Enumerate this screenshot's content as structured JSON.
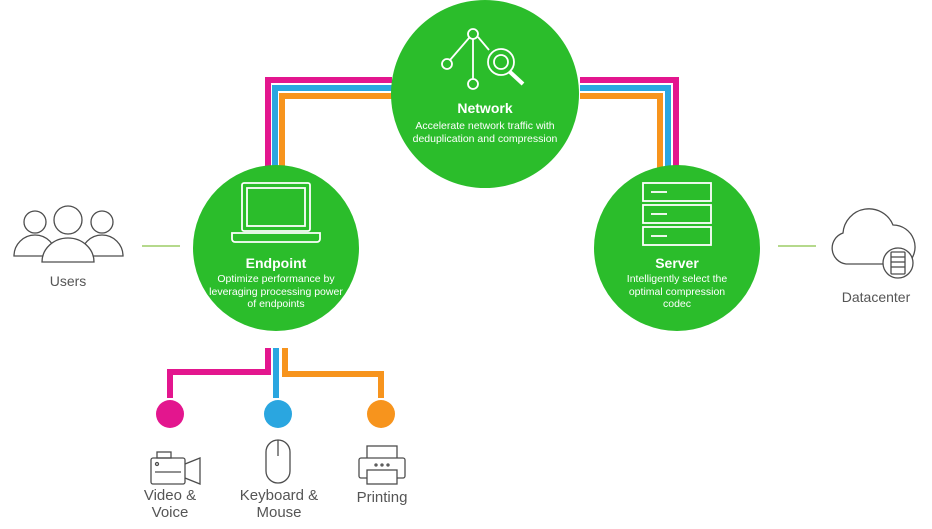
{
  "colors": {
    "green": "#2bbd2b",
    "magenta": "#e3168e",
    "blue": "#2aa6e0",
    "orange": "#f7941d",
    "line": "#b5d98c",
    "icon_gray": "#4d4d4d"
  },
  "nodes": {
    "network": {
      "title": "Network",
      "desc": "Accelerate network traffic with deduplication and compression",
      "icon": "network-search-icon"
    },
    "endpoint": {
      "title": "Endpoint",
      "desc": "Optimize performance by leveraging processing power of endpoints",
      "icon": "laptop-icon"
    },
    "server": {
      "title": "Server",
      "desc": "Intelligently select the optimal compression codec",
      "icon": "server-icon"
    }
  },
  "users": {
    "label": "Users",
    "icon": "users-icon"
  },
  "datacenter": {
    "label": "Datacenter",
    "icon": "cloud-server-icon"
  },
  "peripherals": [
    {
      "label": "Video & Voice",
      "icon": "video-camera-icon"
    },
    {
      "label": "Keyboard & Mouse",
      "icon": "mouse-icon"
    },
    {
      "label": "Printing",
      "icon": "printer-icon"
    }
  ]
}
